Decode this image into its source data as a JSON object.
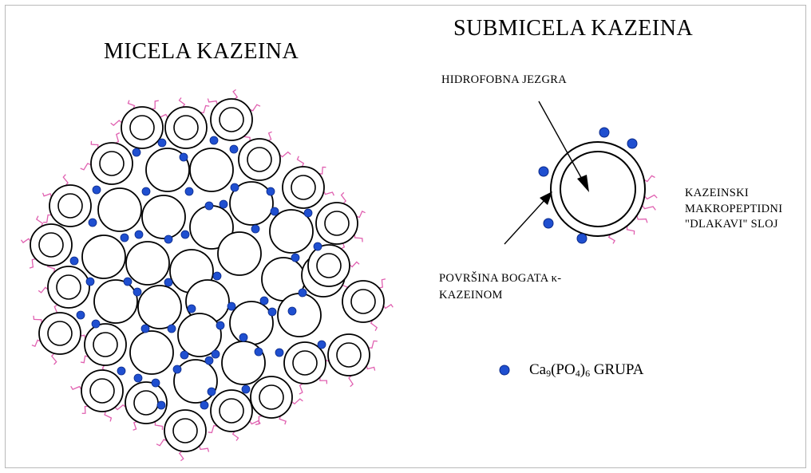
{
  "micelle": {
    "title": "MICELA KAZEINA"
  },
  "submicelle": {
    "title": "SUBMICELA KAZEINA",
    "core_label": "HIDROFOBNA JEZGRA",
    "hair_layer_label": "KAZEINSKI\nMAKROPEPTIDNI\n\"DLAKAVI\" SLOJ",
    "surface_label": "POVRŠINA BOGATA κ-\nKAZEINOM"
  },
  "legend": {
    "symbol_label": "Ca9(PO4)6 GRUPA",
    "parts": {
      "ca": "Ca",
      "ca_sub": "9",
      "po": "(PO",
      "po_sub": "4",
      "close": ")",
      "close_sub": "6",
      "word": " GRUPA"
    }
  },
  "colors": {
    "outline": "#000000",
    "phosphate_dot": "#1f4fd0",
    "hair": "#e060b0",
    "frame": "#b9b9b9"
  }
}
